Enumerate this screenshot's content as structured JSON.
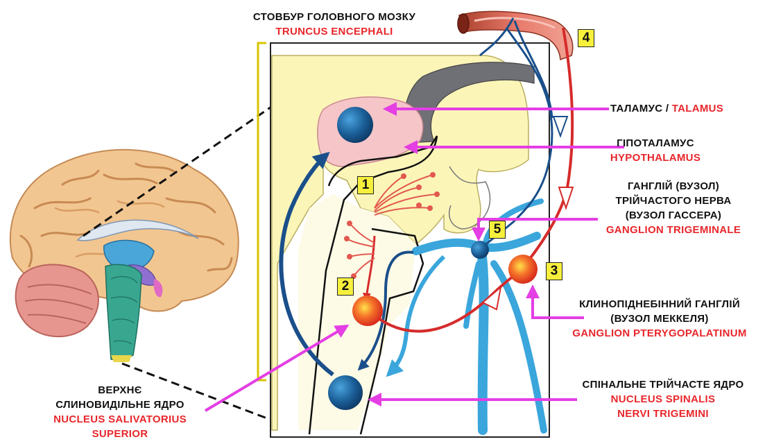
{
  "labels": {
    "brainstem_ua": "СТОВБУР ГОЛОВНОГО МОЗКУ",
    "brainstem_lat": "TRUNCUS ENCEPHALI",
    "thalamus_ua": "ТАЛАМУС",
    "thalamus_sep": " / ",
    "thalamus_lat": "TALAMUS",
    "hypothalamus_ua": "ГІПОТАЛАМУС",
    "hypothalamus_lat": "HYPOTHALAMUS",
    "trigeminal_ganglion_ua": [
      "ГАНГЛІЙ (ВУЗОЛ)",
      "ТРІЙЧАСТОГО НЕРВА",
      "(ВУЗОЛ ГАССЕРА)"
    ],
    "trigeminal_ganglion_lat": "GANGLION TRIGEMINALE",
    "pterygopalatine_ua": [
      "КЛИНОПІДНЕБІННИЙ ГАНГЛІЙ",
      "(ВУЗОЛ МЕККЕЛЯ)"
    ],
    "pterygopalatine_lat": "GANGLION PTERYGOPALATINUM",
    "spinal_nucleus_ua": "СПІНАЛЬНЕ ТРІЙЧАСТЕ ЯДРО",
    "spinal_nucleus_lat": [
      "NUCLEUS SPINALIS",
      "NERVI TRIGEMINI"
    ],
    "salivatory_ua": [
      "ВЕРХНЄ",
      "СЛИНОВИДІЛЬНЕ ЯДРО"
    ],
    "salivatory_lat": [
      "NUCLEUS SALIVATORIUS",
      "SUPERIOR"
    ]
  },
  "markers": [
    "1",
    "2",
    "3",
    "4",
    "5"
  ],
  "colors": {
    "ua_text": "#111111",
    "lat_text": "#e8262b",
    "pointer_arrow": "#e43ee4",
    "afferent_blue": "#1a4f8a",
    "trigeminal_light_blue": "#3aa6dc",
    "parasympathetic_red": "#d62b2b",
    "marker_fill": "#f6f03c",
    "bracket": "#d8c400"
  }
}
